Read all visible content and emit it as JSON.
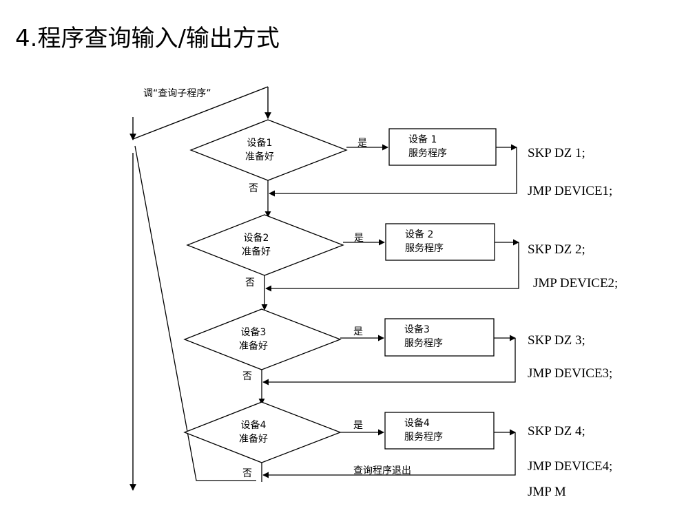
{
  "title": "4.程序查询输入/输出方式",
  "call_label": "调“查询子程序”",
  "yes_label": "是",
  "no_label": "否",
  "exit_label": "查询程序退出",
  "final_code": "JMP M",
  "devices": [
    {
      "cond_line1": "设备1",
      "cond_line2": "准备好",
      "svc_line1": "设备 1",
      "svc_line2": "服务程序",
      "skp": "SKP DZ 1;",
      "jmp": "JMP DEVICE1;"
    },
    {
      "cond_line1": "设备2",
      "cond_line2": "准备好",
      "svc_line1": "设备 2",
      "svc_line2": "服务程序",
      "skp": "SKP DZ 2;",
      "jmp": "JMP DEVICE2;"
    },
    {
      "cond_line1": "设备3",
      "cond_line2": "准备好",
      "svc_line1": "设备3",
      "svc_line2": "服务程序",
      "skp": "SKP DZ 3;",
      "jmp": "JMP DEVICE3;"
    },
    {
      "cond_line1": "设备4",
      "cond_line2": "准备好",
      "svc_line1": "设备4",
      "svc_line2": "服务程序",
      "skp": "SKP DZ 4;",
      "jmp": "JMP DEVICE4;"
    }
  ]
}
